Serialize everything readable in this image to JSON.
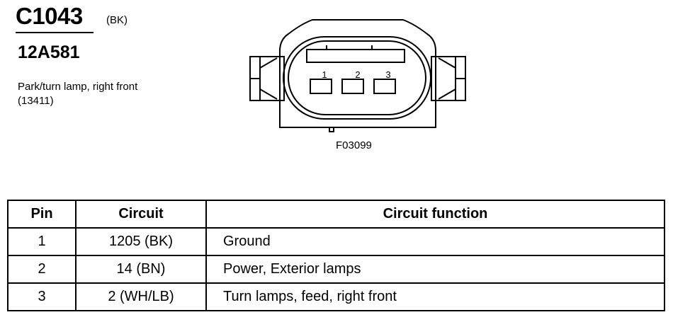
{
  "header": {
    "connector_id": "C1043",
    "color_code": "(BK)",
    "part_number": "12A581",
    "description": "Park/turn lamp, right front (13411)"
  },
  "diagram": {
    "pin_labels": [
      "1",
      "2",
      "3"
    ],
    "figure_code": "F03099"
  },
  "table": {
    "headers": {
      "pin": "Pin",
      "circuit": "Circuit",
      "function": "Circuit function"
    },
    "rows": [
      {
        "pin": "1",
        "circuit": "1205 (BK)",
        "function": "Ground"
      },
      {
        "pin": "2",
        "circuit": "14 (BN)",
        "function": "Power, Exterior lamps"
      },
      {
        "pin": "3",
        "circuit": "2 (WH/LB)",
        "function": "Turn lamps, feed, right front"
      }
    ]
  }
}
